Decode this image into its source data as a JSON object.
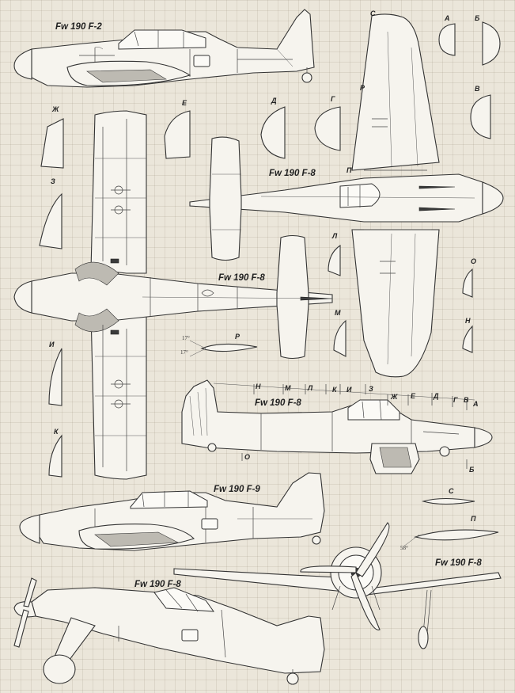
{
  "titles": {
    "f2_side": "Fw 190 F-2",
    "f8_top": "Fw 190 F-8",
    "f8_bottom": "Fw 190 F-8",
    "f8_side": "Fw 190 F-8",
    "f9_side": "Fw 190 F-9",
    "f8_front": "Fw 190 F-8",
    "f8_ground": "Fw 190 F-8"
  },
  "section_labels": {
    "A": "А",
    "B": "Б",
    "V": "В",
    "G": "Г",
    "D": "Д",
    "E": "Е",
    "Zh": "Ж",
    "Z": "З",
    "I": "И",
    "K": "К",
    "L": "Л",
    "M": "М",
    "N": "Н",
    "O": "О",
    "P": "П",
    "R": "Р",
    "S": "С"
  },
  "angles": {
    "r1": "17°",
    "r2": "17°",
    "p": "58°"
  }
}
